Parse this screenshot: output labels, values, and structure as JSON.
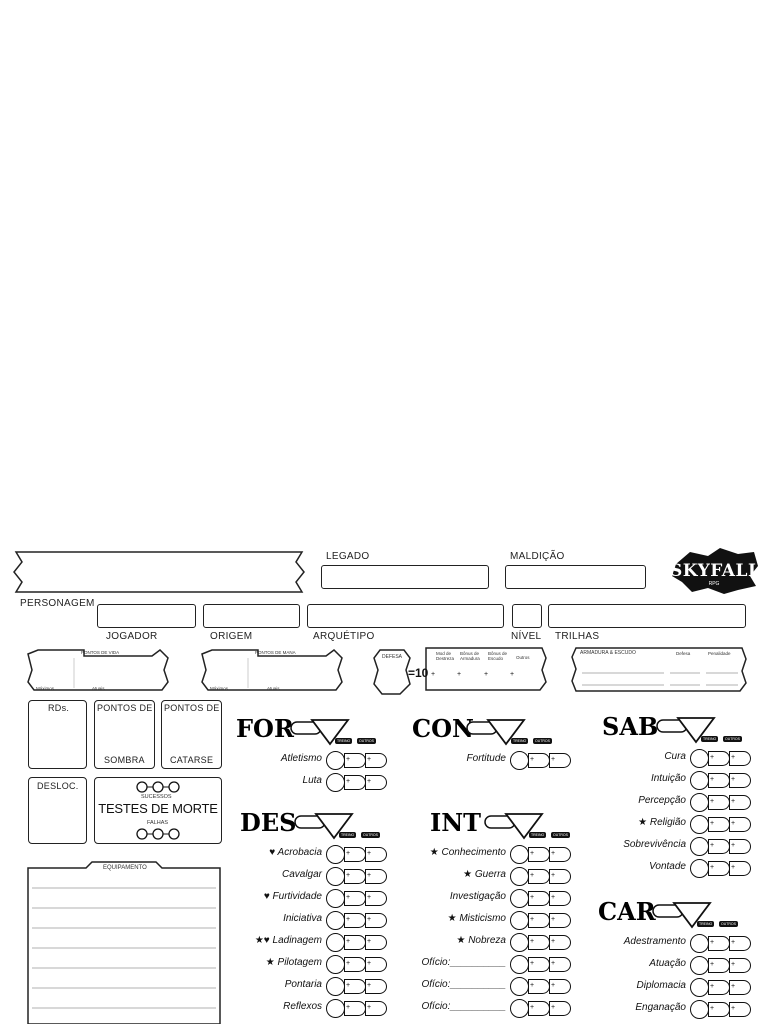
{
  "header": {
    "personagem": "PERSONAGEM",
    "legado": "LEGADO",
    "maldicao": "MALDIÇÃO",
    "jogador": "JOGADOR",
    "origem": "ORIGEM",
    "arquetipo": "ARQUÉTIPO",
    "nivel": "NÍVEL",
    "trilhas": "TRILHAS"
  },
  "logo": {
    "text": "SKYFALL",
    "sub": "RPG"
  },
  "vitals": {
    "pv_label": "PONTOS DE VIDA",
    "pm_label": "PONTOS DE MANA",
    "maximos": "Máximos",
    "atuais": "Atuais"
  },
  "defense": {
    "label": "DEFESA",
    "base": "=10",
    "cols": [
      "Mod de Destreza",
      "Bônus de Armadura",
      "Bônus de Escudo",
      "Outros"
    ],
    "plus": "+"
  },
  "armor": {
    "label": "ARMADURA & ESCUDO",
    "defesa": "Defesa",
    "penalidade": "Penalidade"
  },
  "stats": {
    "rds": "RDs.",
    "sombra_top": "PONTOS DE",
    "sombra_bottom": "SOMBRA",
    "catarse_top": "PONTOS DE",
    "catarse_bottom": "CATARSE",
    "desloc": "DESLOC.",
    "sucessos": "SUCESSOS",
    "testes": "TESTES DE MORTE",
    "falhas": "FALHAS"
  },
  "equipamento": "EQUIPAMENTO",
  "tags": {
    "treino": "TREINO",
    "outros": "OUTROS"
  },
  "attributes": [
    {
      "name": "FOR",
      "skills": [
        {
          "mark": "",
          "name": "Atletismo"
        },
        {
          "mark": "",
          "name": "Luta"
        }
      ]
    },
    {
      "name": "DES",
      "skills": [
        {
          "mark": "♥",
          "name": "Acrobacia"
        },
        {
          "mark": "",
          "name": "Cavalgar"
        },
        {
          "mark": "♥",
          "name": "Furtividade"
        },
        {
          "mark": "",
          "name": "Iniciativa"
        },
        {
          "mark": "★♥",
          "name": "Ladinagem"
        },
        {
          "mark": "★",
          "name": "Pilotagem"
        },
        {
          "mark": "",
          "name": "Pontaria"
        },
        {
          "mark": "",
          "name": "Reflexos"
        }
      ]
    },
    {
      "name": "CON",
      "skills": [
        {
          "mark": "",
          "name": "Fortitude"
        }
      ]
    },
    {
      "name": "INT",
      "skills": [
        {
          "mark": "★",
          "name": "Conhecimento"
        },
        {
          "mark": "★",
          "name": "Guerra"
        },
        {
          "mark": "",
          "name": "Investigação"
        },
        {
          "mark": "★",
          "name": "Misticismo"
        },
        {
          "mark": "★",
          "name": "Nobreza"
        },
        {
          "mark": "",
          "name": "Ofício:__________"
        },
        {
          "mark": "",
          "name": "Ofício:__________"
        },
        {
          "mark": "",
          "name": "Ofício:__________"
        }
      ]
    },
    {
      "name": "SAB",
      "skills": [
        {
          "mark": "",
          "name": "Cura"
        },
        {
          "mark": "",
          "name": "Intuição"
        },
        {
          "mark": "",
          "name": "Percepção"
        },
        {
          "mark": "★",
          "name": "Religião"
        },
        {
          "mark": "",
          "name": "Sobrevivência"
        },
        {
          "mark": "",
          "name": "Vontade"
        }
      ]
    },
    {
      "name": "CAR",
      "skills": [
        {
          "mark": "",
          "name": "Adestramento"
        },
        {
          "mark": "",
          "name": "Atuação"
        },
        {
          "mark": "",
          "name": "Diplomacia"
        },
        {
          "mark": "",
          "name": "Enganação"
        }
      ]
    }
  ]
}
